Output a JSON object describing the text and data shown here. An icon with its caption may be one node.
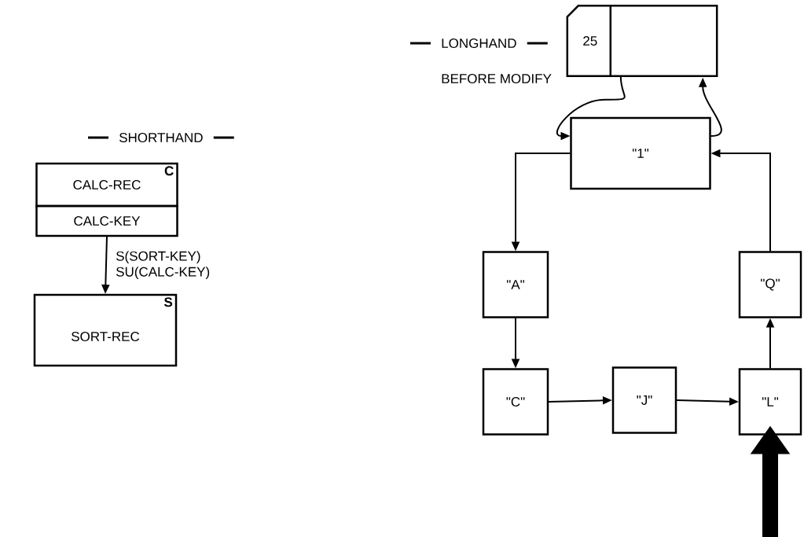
{
  "diagram": {
    "nodes": [
      {
        "text": [
          "CALC-REC",
          "C"
        ]
      },
      {
        "text": [
          "CALC-KEY"
        ]
      },
      {
        "text": [
          "S",
          "SORT-REC"
        ]
      },
      {
        "text": [
          "25"
        ]
      },
      {
        "text": [
          "\"1\""
        ]
      },
      {
        "text": [
          "\"A\""
        ]
      },
      {
        "text": [
          "\"C\""
        ]
      },
      {
        "text": [
          "\"J\""
        ]
      },
      {
        "text": [
          "\"L\""
        ]
      },
      {
        "text": [
          "\"Q\""
        ]
      }
    ],
    "edges": [
      {
        "from": 1,
        "to": 2,
        "arrow": "to",
        "label": "S(SORT-KEY) SU(CALC-KEY)"
      },
      {
        "from": 3,
        "to": 4,
        "arrow": "to"
      },
      {
        "from": 4,
        "to": 3,
        "arrow": "to"
      },
      {
        "from": 4,
        "to": 5,
        "arrow": "to"
      },
      {
        "from": 5,
        "to": 6,
        "arrow": "to"
      },
      {
        "from": 6,
        "to": 7,
        "arrow": "to"
      },
      {
        "from": 7,
        "to": 8,
        "arrow": "to"
      },
      {
        "from": 8,
        "to": 9,
        "arrow": "to"
      },
      {
        "from": 9,
        "to": 4,
        "arrow": "to"
      },
      {
        "from": null,
        "to": 8,
        "arrow": "to",
        "style": "thick"
      }
    ],
    "labels": [
      "SHORTHAND",
      "LONGHAND",
      "BEFORE MODIFY"
    ]
  }
}
